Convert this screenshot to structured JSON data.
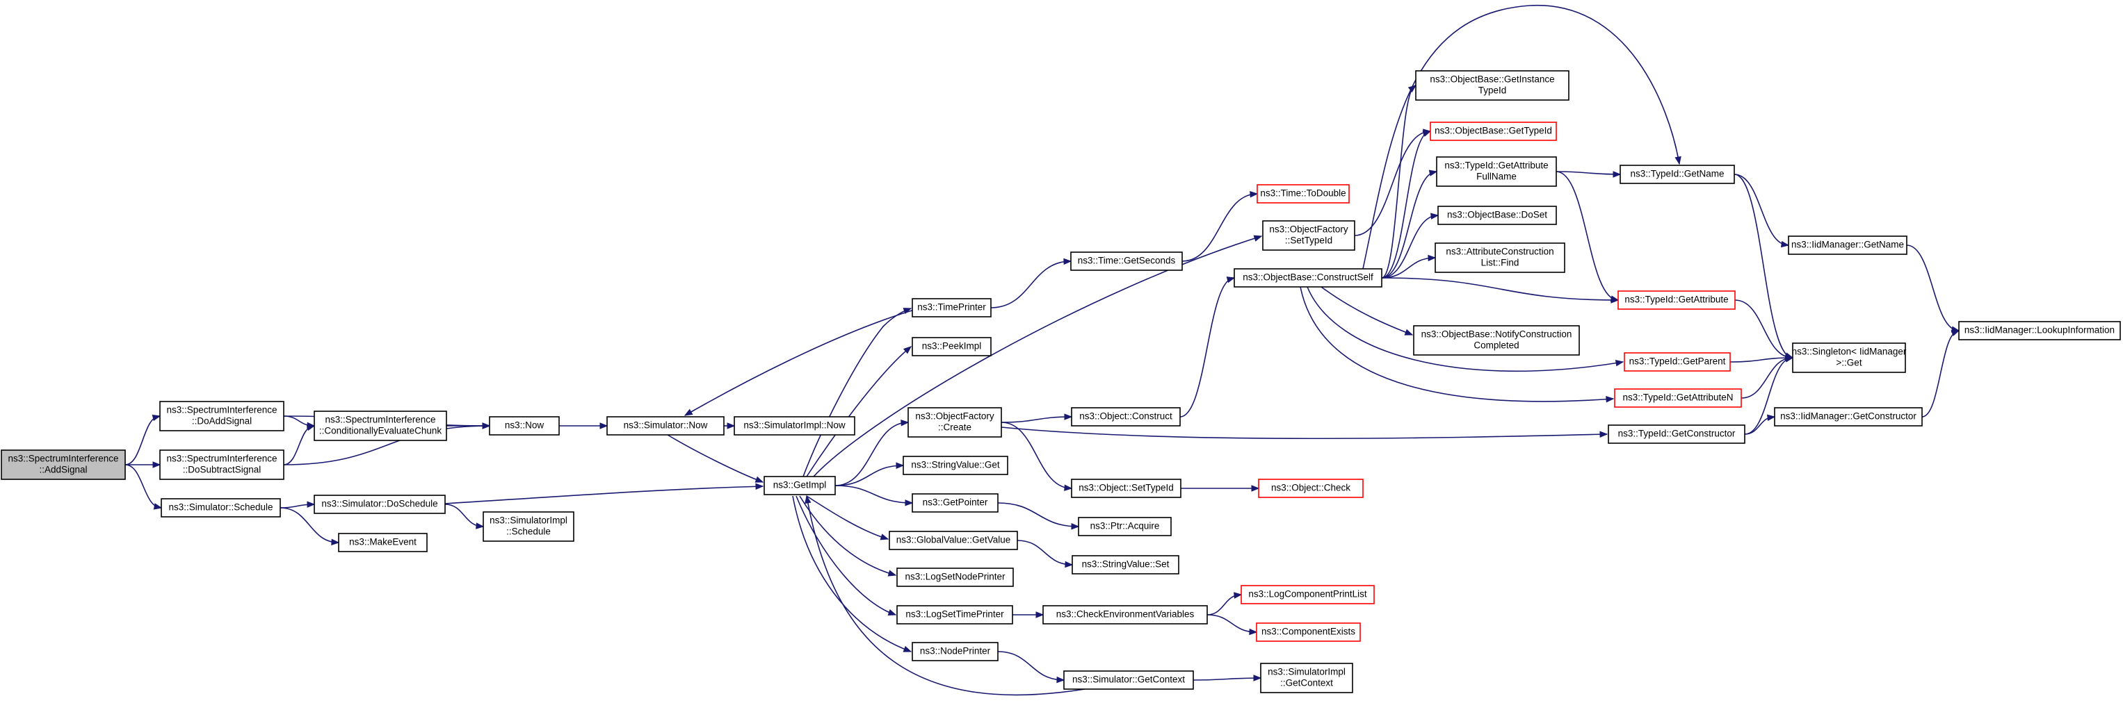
{
  "nodes": [
    {
      "id": "addsignal",
      "lines": [
        "ns3::SpectrumInterference",
        "::AddSignal"
      ],
      "root": true
    },
    {
      "id": "doaddsignal",
      "lines": [
        "ns3::SpectrumInterference",
        "::DoAddSignal"
      ]
    },
    {
      "id": "dosubtractsignal",
      "lines": [
        "ns3::SpectrumInterference",
        "::DoSubtractSignal"
      ]
    },
    {
      "id": "simschedule",
      "lines": [
        "ns3::Simulator::Schedule"
      ]
    },
    {
      "id": "condeval",
      "lines": [
        "ns3::SpectrumInterference",
        "::ConditionallyEvaluateChunk"
      ]
    },
    {
      "id": "simdoschedule",
      "lines": [
        "ns3::Simulator::DoSchedule"
      ]
    },
    {
      "id": "makeevent",
      "lines": [
        "ns3::MakeEvent"
      ]
    },
    {
      "id": "now",
      "lines": [
        "ns3::Now"
      ]
    },
    {
      "id": "simimplschedule",
      "lines": [
        "ns3::SimulatorImpl",
        "::Schedule"
      ]
    },
    {
      "id": "simnow",
      "lines": [
        "ns3::Simulator::Now"
      ]
    },
    {
      "id": "simimplnow",
      "lines": [
        "ns3::SimulatorImpl::Now"
      ]
    },
    {
      "id": "getimpl",
      "lines": [
        "ns3::GetImpl"
      ]
    },
    {
      "id": "timeprinter",
      "lines": [
        "ns3::TimePrinter"
      ]
    },
    {
      "id": "peekimpl",
      "lines": [
        "ns3::PeekImpl"
      ]
    },
    {
      "id": "objfactcreate",
      "lines": [
        "ns3::ObjectFactory",
        "::Create"
      ]
    },
    {
      "id": "strvalget",
      "lines": [
        "ns3::StringValue::Get"
      ]
    },
    {
      "id": "getpointer",
      "lines": [
        "ns3::GetPointer"
      ]
    },
    {
      "id": "globalvalget",
      "lines": [
        "ns3::GlobalValue::GetValue"
      ]
    },
    {
      "id": "logsetnode",
      "lines": [
        "ns3::LogSetNodePrinter"
      ]
    },
    {
      "id": "logsettime",
      "lines": [
        "ns3::LogSetTimePrinter"
      ]
    },
    {
      "id": "nodeprinter",
      "lines": [
        "ns3::NodePrinter"
      ]
    },
    {
      "id": "timegetseconds",
      "lines": [
        "ns3::Time::GetSeconds"
      ]
    },
    {
      "id": "objconstruct",
      "lines": [
        "ns3::Object::Construct"
      ]
    },
    {
      "id": "objsettypeid",
      "lines": [
        "ns3::Object::SetTypeId"
      ]
    },
    {
      "id": "ptracquire",
      "lines": [
        "ns3::Ptr::Acquire"
      ]
    },
    {
      "id": "strvalset",
      "lines": [
        "ns3::StringValue::Set"
      ]
    },
    {
      "id": "checkenv",
      "lines": [
        "ns3::CheckEnvironmentVariables"
      ]
    },
    {
      "id": "simgetcontext",
      "lines": [
        "ns3::Simulator::GetContext"
      ]
    },
    {
      "id": "timetodouble",
      "lines": [
        "ns3::Time::ToDouble"
      ],
      "red": true
    },
    {
      "id": "objfactsettypeid",
      "lines": [
        "ns3::ObjectFactory",
        "::SetTypeId"
      ]
    },
    {
      "id": "constructself",
      "lines": [
        "ns3::ObjectBase::ConstructSelf"
      ]
    },
    {
      "id": "objcheck",
      "lines": [
        "ns3::Object::Check"
      ],
      "red": true
    },
    {
      "id": "logcomplist",
      "lines": [
        "ns3::LogComponentPrintList"
      ],
      "red": true
    },
    {
      "id": "compexists",
      "lines": [
        "ns3::ComponentExists"
      ],
      "red": true
    },
    {
      "id": "simimplgetctx",
      "lines": [
        "ns3::SimulatorImpl",
        "::GetContext"
      ]
    },
    {
      "id": "getinsttypeid",
      "lines": [
        "ns3::ObjectBase::GetInstance",
        "TypeId"
      ]
    },
    {
      "id": "obgettypeid",
      "lines": [
        "ns3::ObjectBase::GetTypeId"
      ],
      "red": true
    },
    {
      "id": "getattrfullname",
      "lines": [
        "ns3::TypeId::GetAttribute",
        "FullName"
      ]
    },
    {
      "id": "dosset",
      "lines": [
        "ns3::ObjectBase::DoSet"
      ]
    },
    {
      "id": "attrconstfind",
      "lines": [
        "ns3::AttributeConstruction",
        "List::Find"
      ]
    },
    {
      "id": "notifyconst",
      "lines": [
        "ns3::ObjectBase::NotifyConstruction",
        "Completed"
      ]
    },
    {
      "id": "tidgetname",
      "lines": [
        "ns3::TypeId::GetName"
      ]
    },
    {
      "id": "tidgetattr",
      "lines": [
        "ns3::TypeId::GetAttribute"
      ],
      "red": true
    },
    {
      "id": "tidgetparent",
      "lines": [
        "ns3::TypeId::GetParent"
      ],
      "red": true
    },
    {
      "id": "tidgetattrn",
      "lines": [
        "ns3::TypeId::GetAttributeN"
      ],
      "red": true
    },
    {
      "id": "tidgetctor",
      "lines": [
        "ns3::TypeId::GetConstructor"
      ]
    },
    {
      "id": "iidgetname",
      "lines": [
        "ns3::IidManager::GetName"
      ]
    },
    {
      "id": "singletonget",
      "lines": [
        "ns3::Singleton< IidManager",
        ">::Get"
      ]
    },
    {
      "id": "iidgetctor",
      "lines": [
        "ns3::IidManager::GetConstructor"
      ]
    },
    {
      "id": "iidlookup",
      "lines": [
        "ns3::IidManager::LookupInformation"
      ]
    }
  ],
  "edges": [
    [
      "addsignal",
      "doaddsignal"
    ],
    [
      "addsignal",
      "dosubtractsignal"
    ],
    [
      "addsignal",
      "simschedule"
    ],
    [
      "doaddsignal",
      "condeval"
    ],
    [
      "doaddsignal",
      "now"
    ],
    [
      "dosubtractsignal",
      "condeval"
    ],
    [
      "dosubtractsignal",
      "now"
    ],
    [
      "condeval",
      "now"
    ],
    [
      "simschedule",
      "simdoschedule"
    ],
    [
      "simschedule",
      "makeevent"
    ],
    [
      "simdoschedule",
      "simimplschedule"
    ],
    [
      "simdoschedule",
      "getimpl"
    ],
    [
      "now",
      "simnow"
    ],
    [
      "simnow",
      "simimplnow"
    ],
    [
      "simnow",
      "getimpl"
    ],
    [
      "getimpl",
      "timeprinter"
    ],
    [
      "getimpl",
      "peekimpl"
    ],
    [
      "getimpl",
      "objfactcreate"
    ],
    [
      "getimpl",
      "strvalget"
    ],
    [
      "getimpl",
      "getpointer"
    ],
    [
      "getimpl",
      "globalvalget"
    ],
    [
      "getimpl",
      "logsetnode"
    ],
    [
      "getimpl",
      "logsettime"
    ],
    [
      "getimpl",
      "nodeprinter"
    ],
    [
      "getimpl",
      "objfactsettypeid"
    ],
    [
      "timeprinter",
      "simnow"
    ],
    [
      "timeprinter",
      "timegetseconds"
    ],
    [
      "timegetseconds",
      "timetodouble"
    ],
    [
      "objfactcreate",
      "objconstruct"
    ],
    [
      "objfactcreate",
      "objsettypeid"
    ],
    [
      "objfactcreate",
      "tidgetctor"
    ],
    [
      "objconstruct",
      "constructself"
    ],
    [
      "objsettypeid",
      "objcheck"
    ],
    [
      "getpointer",
      "ptracquire"
    ],
    [
      "globalvalget",
      "strvalset"
    ],
    [
      "logsettime",
      "checkenv"
    ],
    [
      "checkenv",
      "logcomplist"
    ],
    [
      "checkenv",
      "compexists"
    ],
    [
      "nodeprinter",
      "simgetcontext"
    ],
    [
      "simgetcontext",
      "simimplgetctx"
    ],
    [
      "simgetcontext",
      "getimpl"
    ],
    [
      "objfactsettypeid",
      "obgettypeid"
    ],
    [
      "constructself",
      "getinsttypeid"
    ],
    [
      "constructself",
      "obgettypeid"
    ],
    [
      "constructself",
      "getattrfullname"
    ],
    [
      "constructself",
      "dosset"
    ],
    [
      "constructself",
      "attrconstfind"
    ],
    [
      "constructself",
      "notifyconst"
    ],
    [
      "constructself",
      "tidgetattr"
    ],
    [
      "constructself",
      "tidgetparent"
    ],
    [
      "constructself",
      "tidgetattrn"
    ],
    [
      "constructself",
      "tidgetname"
    ],
    [
      "getattrfullname",
      "tidgetname"
    ],
    [
      "getattrfullname",
      "tidgetattr"
    ],
    [
      "tidgetname",
      "iidgetname"
    ],
    [
      "tidgetname",
      "singletonget"
    ],
    [
      "tidgetattr",
      "singletonget"
    ],
    [
      "tidgetparent",
      "singletonget"
    ],
    [
      "tidgetattrn",
      "singletonget"
    ],
    [
      "tidgetctor",
      "singletonget"
    ],
    [
      "tidgetctor",
      "iidgetctor"
    ],
    [
      "iidgetname",
      "iidlookup"
    ],
    [
      "iidgetctor",
      "iidlookup"
    ]
  ]
}
